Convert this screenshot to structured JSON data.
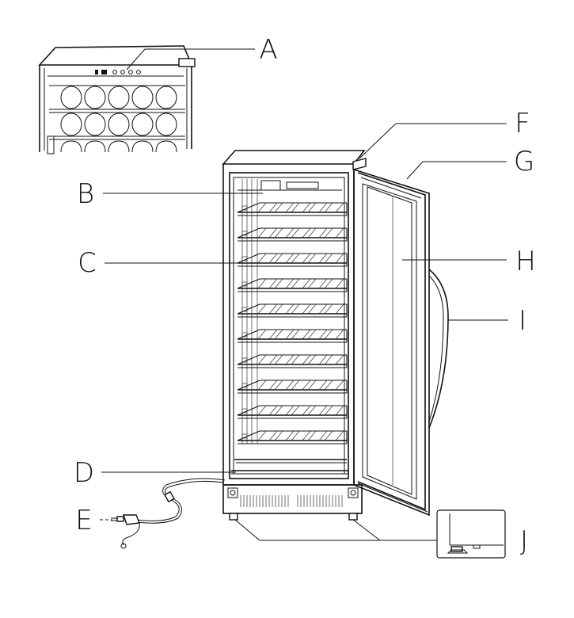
{
  "callouts": {
    "a": "A",
    "b": "B",
    "c": "C",
    "d": "D",
    "e": "E",
    "f": "F",
    "g": "G",
    "h": "H",
    "i": "I",
    "j": "J"
  },
  "colors": {
    "line": "#111111",
    "background": "#ffffff",
    "inset_fill": "#f2f2f2"
  }
}
